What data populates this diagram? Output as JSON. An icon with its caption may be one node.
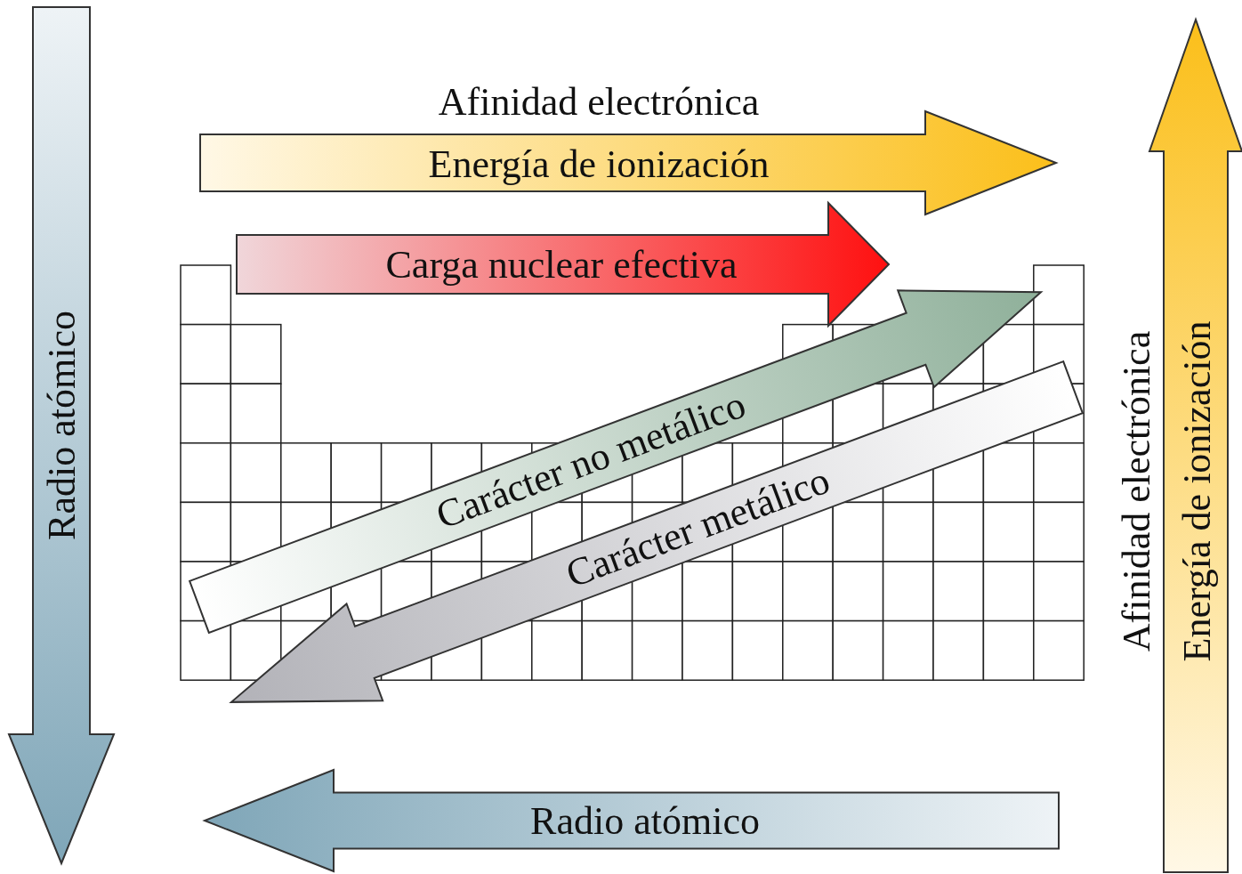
{
  "diagram": {
    "nodes": [
      {
        "text": [
          "Radio atómico"
        ]
      },
      {
        "text": [
          "Afinidad electrónica",
          "Energía de ionización"
        ]
      },
      {
        "text": [
          "Carga nuclear efectiva"
        ]
      },
      {
        "text": [
          "Carácter no metálico"
        ]
      },
      {
        "text": [
          "Carácter metálico"
        ]
      },
      {
        "text": [
          "Afinidad electrónica",
          "Energía de ionización"
        ]
      },
      {
        "text": [
          "Radio atómico"
        ]
      }
    ]
  }
}
